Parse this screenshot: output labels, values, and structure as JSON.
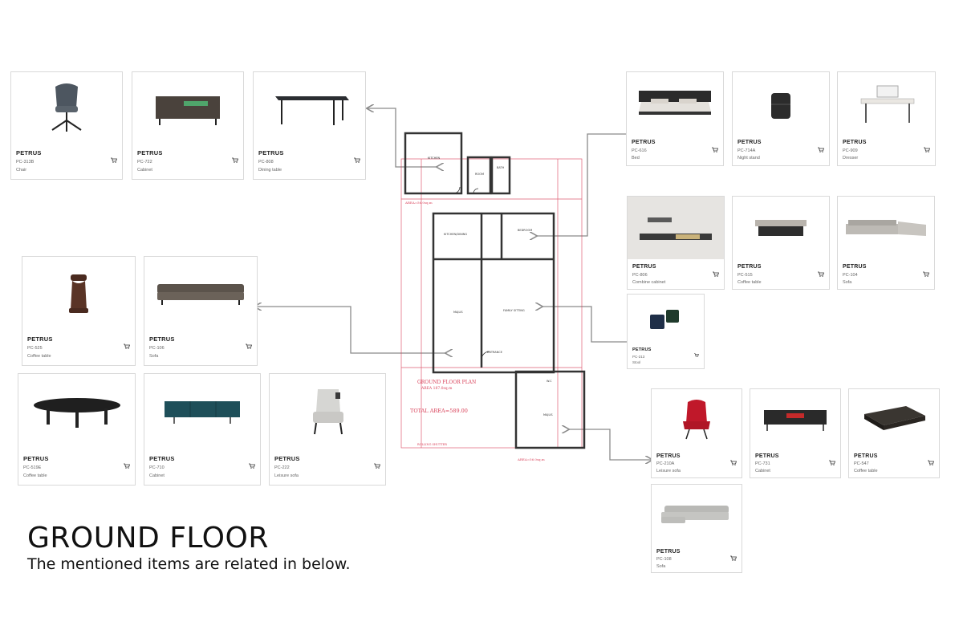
{
  "page": {
    "title": "GROUND FLOOR",
    "subtitle": "The mentioned items are related in below."
  },
  "plan": {
    "label_main": "GROUND FLOOR PLAN",
    "label_area": "AREA 187.0sq.m",
    "total_area": "TOTAL AREA=589.00",
    "kitchen": "KITCHEN",
    "room": "ROOM",
    "bath": "BATH",
    "kitchen_dining": "KITCHEN/DINING",
    "bedroom": "BEDROOM",
    "majlis": "MAJLIS",
    "family_sitting": "FAMILY SITTING",
    "entrance": "ENTRANCE",
    "majlis2": "MAJLIS",
    "wc": "W.C",
    "area_top": "AREA=56.0sq.m",
    "area_bottom": "AREA=56.0sq.m",
    "rolling": "ROLLING SHUTTER"
  },
  "products": [
    {
      "brand": "PETRUS",
      "code": "PC-313B",
      "type": "Chair"
    },
    {
      "brand": "PETRUS",
      "code": "PC-722",
      "type": "Cabinet"
    },
    {
      "brand": "PETRUS",
      "code": "PC-808",
      "type": "Dining table"
    },
    {
      "brand": "PETRUS",
      "code": "PC-616",
      "type": "Bed"
    },
    {
      "brand": "PETRUS",
      "code": "PC-714A",
      "type": "Night stand"
    },
    {
      "brand": "PETRUS",
      "code": "PC-909",
      "type": "Dresser"
    },
    {
      "brand": "PETRUS",
      "code": "PC-806",
      "type": "Combine cabinet"
    },
    {
      "brand": "PETRUS",
      "code": "PC-515",
      "type": "Coffee table"
    },
    {
      "brand": "PETRUS",
      "code": "PC-104",
      "type": "Sofa"
    },
    {
      "brand": "PETRUS",
      "code": "PC-213",
      "type": "Stool"
    },
    {
      "brand": "PETRUS",
      "code": "PC-525",
      "type": "Coffee table"
    },
    {
      "brand": "PETRUS",
      "code": "PC-106",
      "type": "Sofa"
    },
    {
      "brand": "PETRUS",
      "code": "PC-519E",
      "type": "Coffee table"
    },
    {
      "brand": "PETRUS",
      "code": "PC-710",
      "type": "Cabinet"
    },
    {
      "brand": "PETRUS",
      "code": "PC-222",
      "type": "Leisure sofa"
    },
    {
      "brand": "PETRUS",
      "code": "PC-210A",
      "type": "Leisure sofa"
    },
    {
      "brand": "PETRUS",
      "code": "PC-731",
      "type": "Cabinet"
    },
    {
      "brand": "PETRUS",
      "code": "PC-547",
      "type": "Coffee table"
    },
    {
      "brand": "PETRUS",
      "code": "PC-108",
      "type": "Sofa"
    }
  ],
  "icons": {
    "cart": "cart-icon"
  },
  "colors": {
    "plan_lines": "#333333",
    "plan_red": "#d9425a",
    "arrow": "#8a8a8a",
    "card_border": "#d9d9d9"
  }
}
